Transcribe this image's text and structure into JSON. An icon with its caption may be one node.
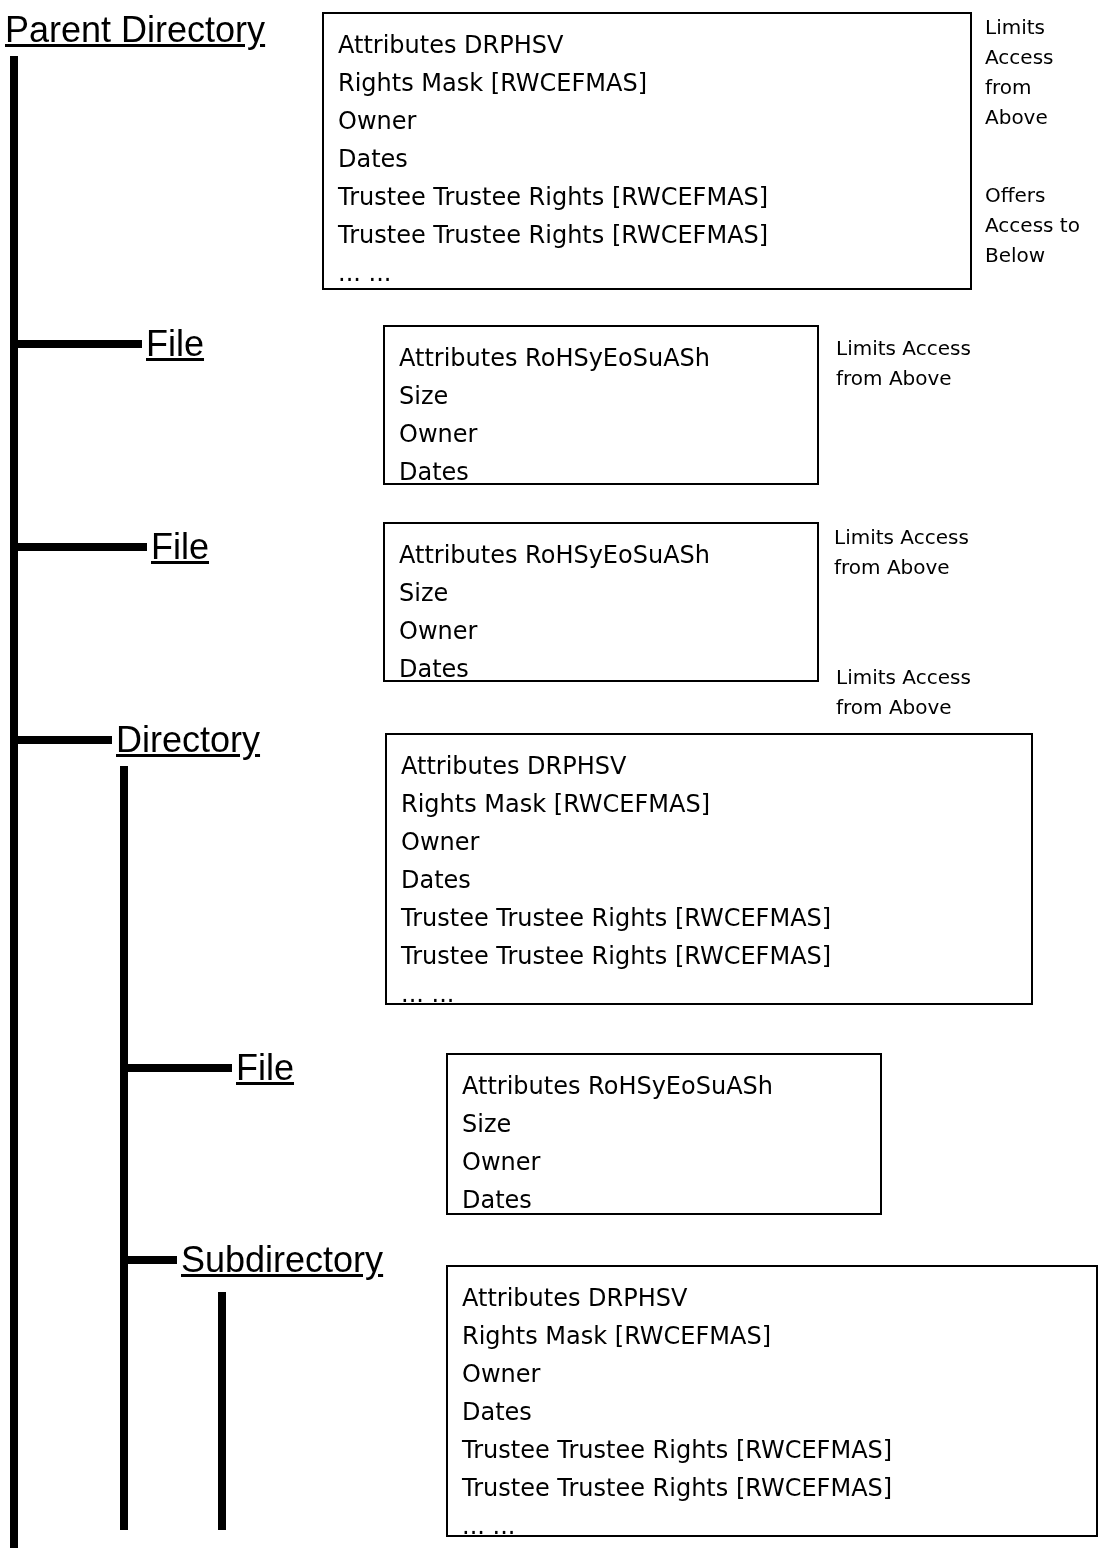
{
  "diagram": {
    "nodes": [
      {
        "text": [
          "Parent Directory"
        ]
      },
      {
        "text": [
          "Attributes DRPHSV",
          "Rights Mask [RWCEFMAS]",
          "Owner",
          "Dates",
          "Trustee Trustee Rights [RWCEFMAS]",
          "Trustee Trustee Rights [RWCEFMAS]",
          "... ..."
        ],
        "beside": [
          "Limits Access from Above",
          "Offers Access to Below"
        ]
      },
      {
        "text": [
          "File"
        ]
      },
      {
        "text": [
          "Attributes RoHSyEoSuASh",
          "Size",
          "Owner",
          "Dates"
        ],
        "beside": [
          "Limits Access from Above"
        ]
      },
      {
        "text": [
          "File"
        ]
      },
      {
        "text": [
          "Attributes RoHSyEoSuASh",
          "Size",
          "Owner",
          "Dates"
        ],
        "beside": [
          "Limits Access from Above"
        ]
      },
      {
        "text": [
          "Directory"
        ]
      },
      {
        "text": [
          "Attributes DRPHSV",
          "Rights Mask [RWCEFMAS]",
          "Owner",
          "Dates",
          "Trustee Trustee Rights [RWCEFMAS]",
          "Trustee Trustee Rights [RWCEFMAS]",
          "... ..."
        ],
        "beside": [
          "Limits Access from Above"
        ]
      },
      {
        "text": [
          "File"
        ]
      },
      {
        "text": [
          "Attributes RoHSyEoSuASh",
          "Size",
          "Owner",
          "Dates"
        ]
      },
      {
        "text": [
          "Subdirectory"
        ]
      },
      {
        "text": [
          "Attributes DRPHSV",
          "Rights Mask [RWCEFMAS]",
          "Owner",
          "Dates",
          "Trustee Trustee Rights [RWCEFMAS]",
          "Trustee Trustee Rights [RWCEFMAS]",
          "... ..."
        ]
      }
    ],
    "edges": [
      {
        "from": 0,
        "to": 2,
        "arrow": "none"
      },
      {
        "from": 0,
        "to": 4,
        "arrow": "none"
      },
      {
        "from": 0,
        "to": 6,
        "arrow": "none"
      },
      {
        "from": 6,
        "to": 8,
        "arrow": "none"
      },
      {
        "from": 6,
        "to": 10,
        "arrow": "none"
      }
    ]
  }
}
